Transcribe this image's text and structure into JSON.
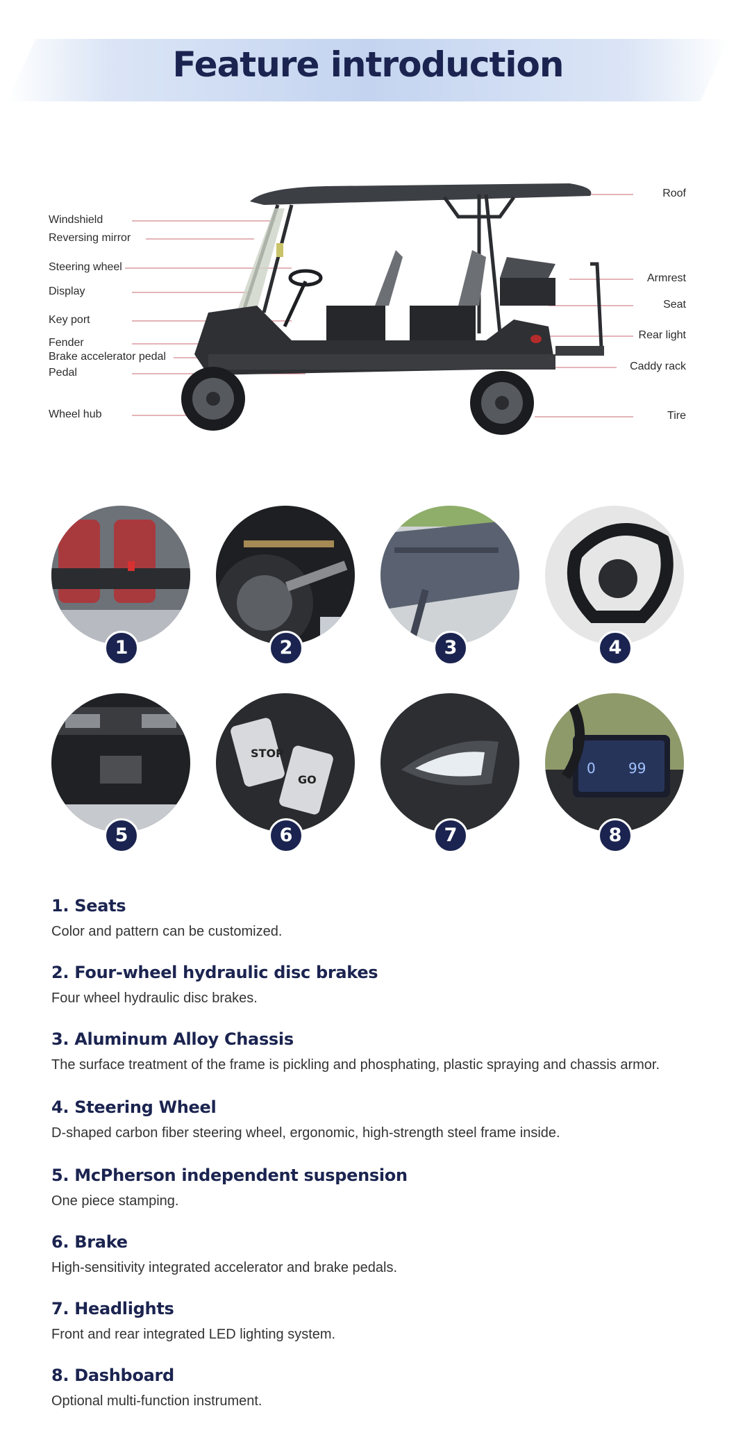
{
  "header": {
    "title": "Feature introduction"
  },
  "callouts_left": [
    "Windshield",
    "Reversing mirror",
    "Steering wheel",
    "Display",
    "Key port",
    "Fender",
    "Brake accelerator pedal",
    "Pedal",
    "Wheel hub"
  ],
  "callouts_right": [
    "Roof",
    "Armrest",
    "Seat",
    "Rear light",
    "Caddy rack",
    "Tire"
  ],
  "badges": [
    "1",
    "2",
    "3",
    "4",
    "5",
    "6",
    "7",
    "8"
  ],
  "dashboard_readout": [
    "0",
    "99"
  ],
  "pedal_labels": [
    "STOP",
    "GO"
  ],
  "features": [
    {
      "title": "1. Seats",
      "desc": "Color and pattern can be customized."
    },
    {
      "title": "2. Four-wheel hydraulic disc brakes",
      "desc": "Four wheel hydraulic disc brakes."
    },
    {
      "title": "3. Aluminum Alloy Chassis",
      "desc": "The surface treatment of the frame is pickling and phosphating, plastic spraying and chassis armor."
    },
    {
      "title": "4. Steering Wheel",
      "desc": "D-shaped carbon fiber steering wheel, ergonomic, high-strength steel frame inside."
    },
    {
      "title": "5. McPherson independent suspension",
      "desc": "One piece stamping."
    },
    {
      "title": "6. Brake",
      "desc": "High-sensitivity integrated accelerator and brake pedals."
    },
    {
      "title": "7. Headlights",
      "desc": "Front and rear integrated LED lighting system."
    },
    {
      "title": "8. Dashboard",
      "desc": "Optional multi-function instrument."
    }
  ],
  "colors": {
    "navy": "#1b2450",
    "callout_line": "#c96a72",
    "banner": "#c4d4f0"
  }
}
